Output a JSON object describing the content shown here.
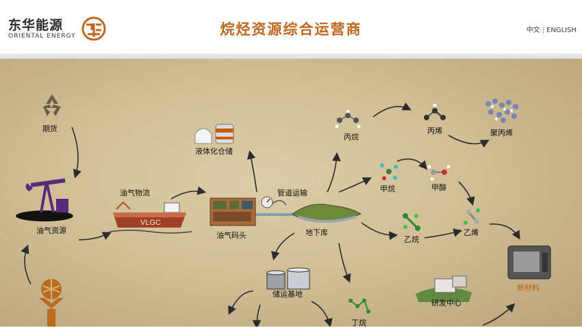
{
  "header": {
    "logo_cn": "东华能源",
    "logo_en": "ORIENTAL ENERGY",
    "title": "烷烃资源综合运营商",
    "lang_cn": "中文",
    "lang_en": "ENGLISH"
  },
  "map": {
    "futures": "期货",
    "oil_gas_resources": "油气资源",
    "oil_gas_logistics": "油气物流",
    "vlgc": "VLGC",
    "liquefied_storage": "液体化仓储",
    "oil_gas_terminal": "油气码头",
    "pipeline": "管道运输",
    "underground_storage": "地下库",
    "storage_base": "储运基地",
    "propane": "丙烷",
    "propylene": "丙烯",
    "polypropylene": "聚丙烯",
    "methane": "甲烷",
    "methanol": "甲醇",
    "ethane": "乙烷",
    "ethylene": "乙烯",
    "new_materials": "新材料",
    "rd_center": "研发中心",
    "butane": "丁烷"
  },
  "colors": {
    "title": "#c1661e",
    "parchment": "#d2bf96",
    "arrow": "#2b2b2b"
  }
}
